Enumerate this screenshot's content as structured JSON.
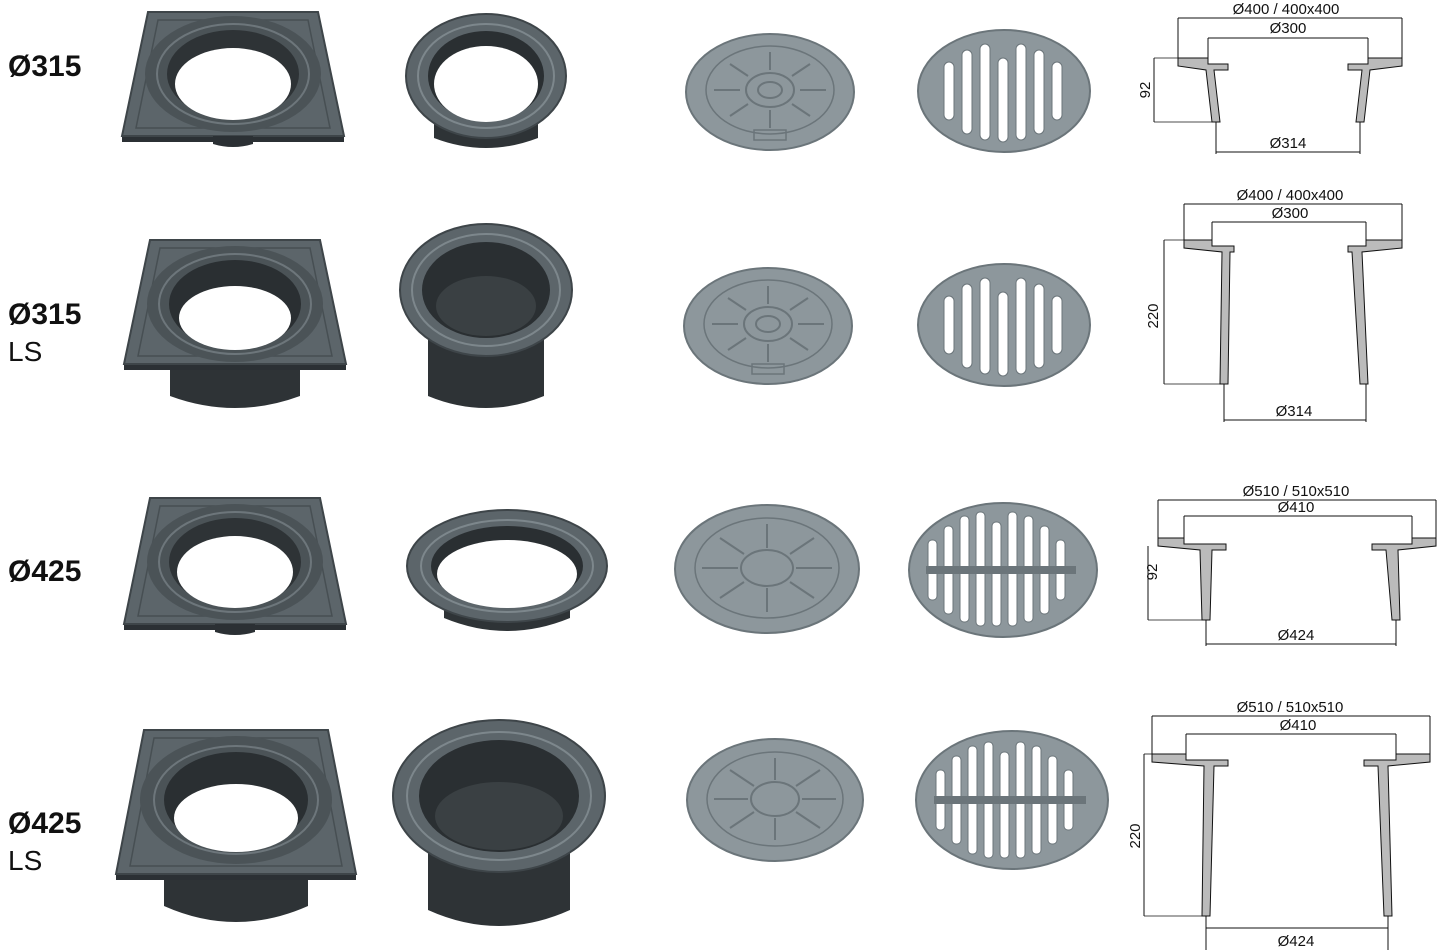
{
  "colors": {
    "frame_dark": "#3e4549",
    "frame_mid": "#5c656a",
    "frame_light": "#7d878c",
    "inner_dark": "#25292c",
    "cover_grey": "#8d979c",
    "cover_light": "#a9b2b6",
    "line": "#111111"
  },
  "rows": [
    {
      "size": "Ø315",
      "variant": "",
      "drawing": {
        "outer": "Ø400 / 400x400",
        "inner": "Ø300",
        "height": "92",
        "bottom": "Ø314"
      },
      "icons": [
        "square-frame-icon",
        "round-frame-icon",
        "solid-cover-icon",
        "slotted-grate-icon"
      ]
    },
    {
      "size": "Ø315",
      "variant": "LS",
      "drawing": {
        "outer": "Ø400 / 400x400",
        "inner": "Ø300",
        "height": "220",
        "bottom": "Ø314"
      },
      "icons": [
        "square-frame-tall-icon",
        "round-frame-tall-icon",
        "solid-cover-icon",
        "slotted-grate-icon"
      ]
    },
    {
      "size": "Ø425",
      "variant": "",
      "drawing": {
        "outer": "Ø510 / 510x510",
        "inner": "Ø410",
        "height": "92",
        "bottom": "Ø424"
      },
      "icons": [
        "square-frame-icon",
        "round-frame-icon",
        "solid-cover-icon",
        "slotted-grate-icon"
      ]
    },
    {
      "size": "Ø425",
      "variant": "LS",
      "drawing": {
        "outer": "Ø510 / 510x510",
        "inner": "Ø410",
        "height": "220",
        "bottom": "Ø424"
      },
      "icons": [
        "square-frame-tall-icon",
        "round-frame-tall-icon",
        "solid-cover-icon",
        "slotted-grate-icon"
      ]
    }
  ]
}
